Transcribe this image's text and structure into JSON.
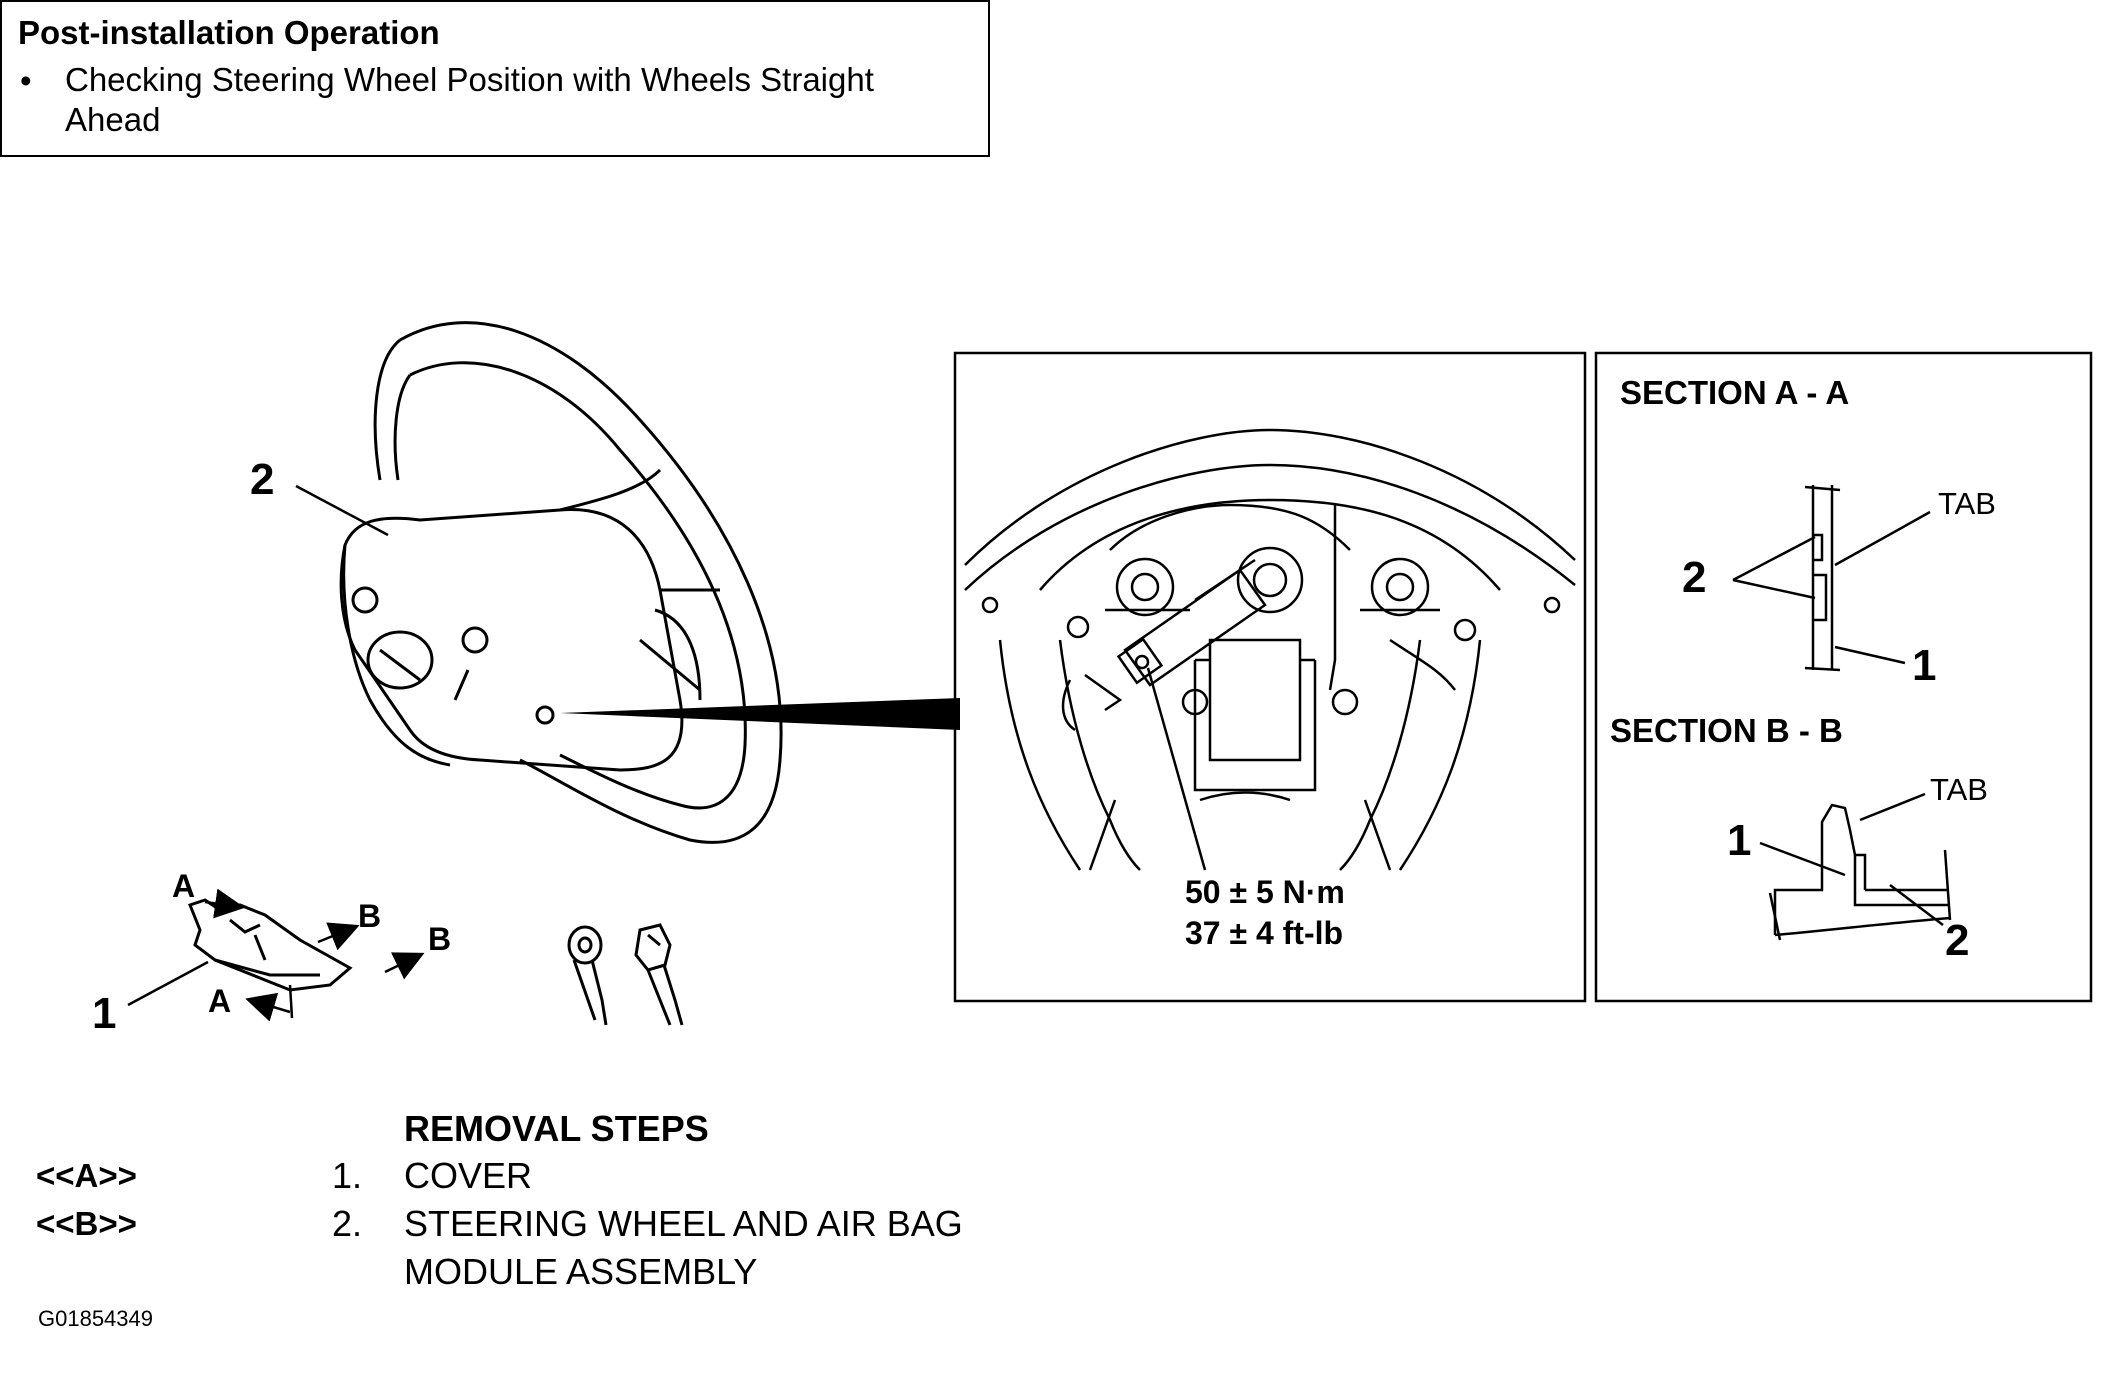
{
  "post_installation": {
    "title": "Post-installation Operation",
    "items": [
      "Checking Steering Wheel Position with Wheels Straight Ahead"
    ]
  },
  "wheel_view": {
    "callout_wheel": "2",
    "callout_cover": "1",
    "section_marks": [
      "A",
      "B",
      "B",
      "A"
    ]
  },
  "detail_view": {
    "torque_metric": "50 ± 5 N·m",
    "torque_imperial": "37 ± 4 ft-lb"
  },
  "section_aa": {
    "title": "SECTION A - A",
    "tab_label": "TAB",
    "callout_wheel": "2",
    "callout_cover": "1"
  },
  "section_bb": {
    "title": "SECTION B - B",
    "tab_label": "TAB",
    "callout_cover": "1",
    "callout_wheel": "2"
  },
  "removal_steps": {
    "heading": "REMOVAL STEPS",
    "steps": [
      {
        "code": "<<A>>",
        "number": "1.",
        "lines": [
          "COVER"
        ]
      },
      {
        "code": "<<B>>",
        "number": "2.",
        "lines": [
          "STEERING WHEEL AND AIR BAG",
          "MODULE ASSEMBLY"
        ]
      }
    ]
  },
  "figure_id": "G01854349"
}
